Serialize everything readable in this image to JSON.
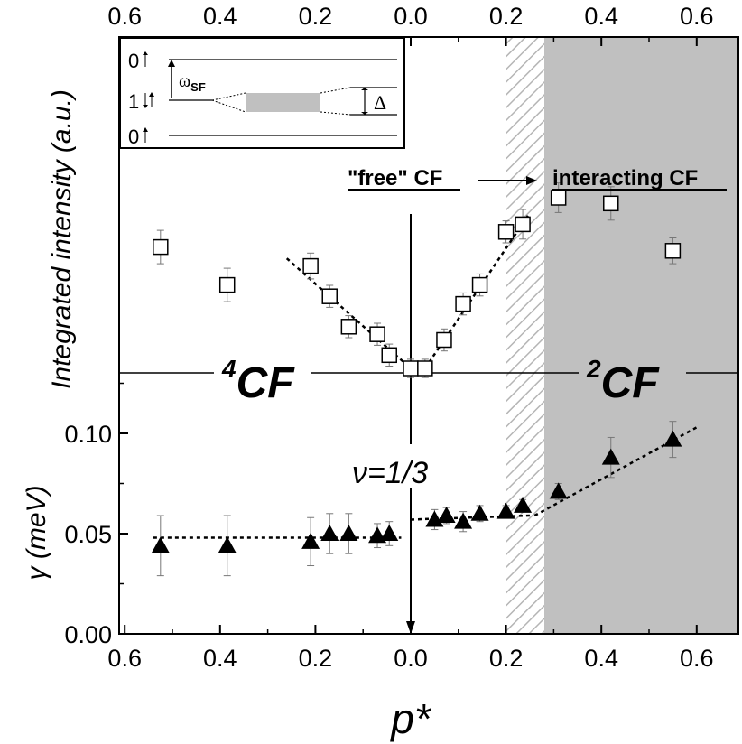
{
  "chart_data": {
    "type": "scatter",
    "x_axis": {
      "label": "p*",
      "range": [
        -0.66,
        0.66
      ],
      "tick_values": [
        -0.6,
        -0.4,
        -0.2,
        0.0,
        0.2,
        0.4,
        0.6
      ],
      "tick_labels": [
        "0.6",
        "0.4",
        "0.2",
        "0.0",
        "0.2",
        "0.4",
        "0.6"
      ]
    },
    "upper_panel": {
      "ylabel": "Integrated intensity (a.u.)",
      "series": [
        {
          "marker": "open-square",
          "points": [
            {
              "x": -0.525,
              "y": 0.64,
              "err": 0.05
            },
            {
              "x": -0.385,
              "y": 0.44,
              "err": 0.05
            },
            {
              "x": -0.21,
              "y": 0.54,
              "err": 0.03
            },
            {
              "x": -0.17,
              "y": 0.38,
              "err": 0.02
            },
            {
              "x": -0.13,
              "y": 0.22,
              "err": 0.02
            },
            {
              "x": -0.07,
              "y": 0.18,
              "err": 0.02
            },
            {
              "x": -0.045,
              "y": 0.07,
              "err": 0.02
            },
            {
              "x": 0.0,
              "y": 0.0,
              "err": 0.01
            },
            {
              "x": 0.03,
              "y": 0.0,
              "err": 0.01
            },
            {
              "x": 0.07,
              "y": 0.15,
              "err": 0.02
            },
            {
              "x": 0.11,
              "y": 0.34,
              "err": 0.02
            },
            {
              "x": 0.145,
              "y": 0.44,
              "err": 0.02
            },
            {
              "x": 0.2,
              "y": 0.72,
              "err": 0.02
            },
            {
              "x": 0.235,
              "y": 0.76,
              "err": 0.04
            },
            {
              "x": 0.31,
              "y": 0.9,
              "err": 0.04
            },
            {
              "x": 0.42,
              "y": 0.87,
              "err": 0.05
            },
            {
              "x": 0.55,
              "y": 0.62,
              "err": 0.03
            }
          ]
        }
      ],
      "guide_lines": [
        {
          "x": [
            -0.26,
            0.0
          ],
          "y": [
            0.58,
            0.0
          ]
        },
        {
          "x": [
            0.03,
            0.25
          ],
          "y": [
            0.0,
            0.82
          ]
        }
      ]
    },
    "lower_panel": {
      "ylabel": "γ (meV)",
      "ylim": [
        0.0,
        0.125
      ],
      "tick_values": [
        0.0,
        0.05,
        0.1
      ],
      "tick_labels": [
        "0.00",
        "0.05",
        "0.10"
      ],
      "series": [
        {
          "marker": "filled-triangle",
          "points": [
            {
              "x": -0.525,
              "y": 0.044,
              "err": 0.015
            },
            {
              "x": -0.385,
              "y": 0.044,
              "err": 0.015
            },
            {
              "x": -0.21,
              "y": 0.046,
              "err": 0.012
            },
            {
              "x": -0.17,
              "y": 0.05,
              "err": 0.01
            },
            {
              "x": -0.13,
              "y": 0.05,
              "err": 0.01
            },
            {
              "x": -0.07,
              "y": 0.049,
              "err": 0.006
            },
            {
              "x": -0.045,
              "y": 0.05,
              "err": 0.006
            },
            {
              "x": 0.05,
              "y": 0.057,
              "err": 0.005
            },
            {
              "x": 0.075,
              "y": 0.059,
              "err": 0.004
            },
            {
              "x": 0.11,
              "y": 0.056,
              "err": 0.005
            },
            {
              "x": 0.145,
              "y": 0.06,
              "err": 0.004
            },
            {
              "x": 0.2,
              "y": 0.061,
              "err": 0.003
            },
            {
              "x": 0.235,
              "y": 0.064,
              "err": 0.003
            },
            {
              "x": 0.31,
              "y": 0.071,
              "err": 0.004
            },
            {
              "x": 0.42,
              "y": 0.088,
              "err": 0.01
            },
            {
              "x": 0.55,
              "y": 0.097,
              "err": 0.009
            }
          ]
        }
      ],
      "guide_lines": [
        {
          "x": [
            -0.54,
            -0.02
          ],
          "y": [
            0.048,
            0.048
          ]
        },
        {
          "x": [
            0.0,
            0.25
          ],
          "y": [
            0.057,
            0.059
          ]
        },
        {
          "x": [
            0.26,
            0.6
          ],
          "y": [
            0.059,
            0.103
          ]
        }
      ]
    },
    "regions": {
      "hatched_x": [
        0.195,
        0.27
      ],
      "shaded_x": [
        0.27,
        0.66
      ],
      "hatch_color": "#bfbfbf",
      "shade_color": "#c0c0c0"
    }
  },
  "labels": {
    "cf4_base": "CF",
    "cf4_sup": "4",
    "cf2_base": "CF",
    "cf2_sup": "2",
    "filling_factor": "ν=1/3",
    "free_cf": "\"free\" CF",
    "interacting_cf": "interacting CF"
  },
  "inset": {
    "level_top": "0",
    "level_mid": "1",
    "level_bottom": "0",
    "omega_base": "ω",
    "omega_sub": "SF",
    "delta": "Δ"
  },
  "colors": {
    "axes": "#000000",
    "marker_fill_open": "#ffffff",
    "marker_fill_solid": "#000000",
    "error_bars": "#777777"
  }
}
